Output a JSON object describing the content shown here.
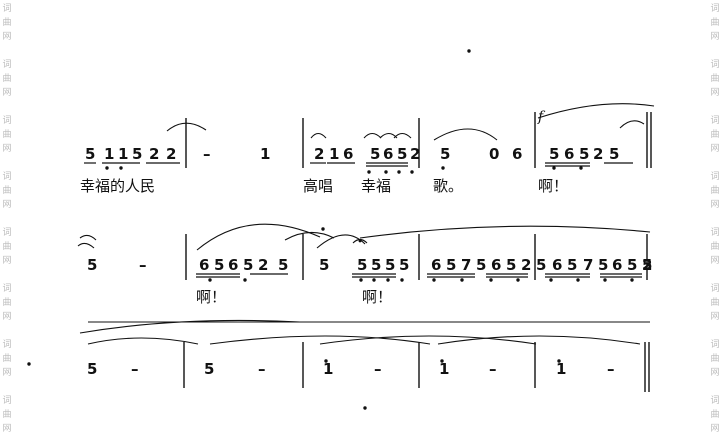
{
  "watermark": {
    "glyphs": [
      "词",
      "曲",
      "网"
    ]
  },
  "score": {
    "line1": {
      "notes": [
        "5",
        "1",
        "1",
        "5",
        "2",
        "2",
        "–",
        "1",
        "2",
        "1",
        "6",
        "5",
        "6",
        "5",
        "2",
        "5",
        "0",
        "6",
        "5",
        "6",
        "5",
        "2",
        "5"
      ],
      "dynamic": "f",
      "lyrics": [
        "幸福的人民",
        "高唱",
        "幸福",
        "歌。",
        "啊！"
      ]
    },
    "line2": {
      "notes": [
        "5",
        "–",
        "6",
        "5",
        "6",
        "5",
        "2",
        "5",
        "5",
        "5",
        "5",
        "5",
        "5",
        "6",
        "5",
        "7",
        "5",
        "6",
        "5",
        "2",
        "5",
        "6",
        "5",
        "7",
        "5",
        "6",
        "5",
        "2",
        "5"
      ],
      "lyrics": [
        "啊！",
        "啊！"
      ]
    },
    "line3": {
      "notes": [
        "5",
        "–",
        "5",
        "–",
        "1",
        "–",
        "1",
        "–",
        "1",
        "–"
      ]
    }
  }
}
